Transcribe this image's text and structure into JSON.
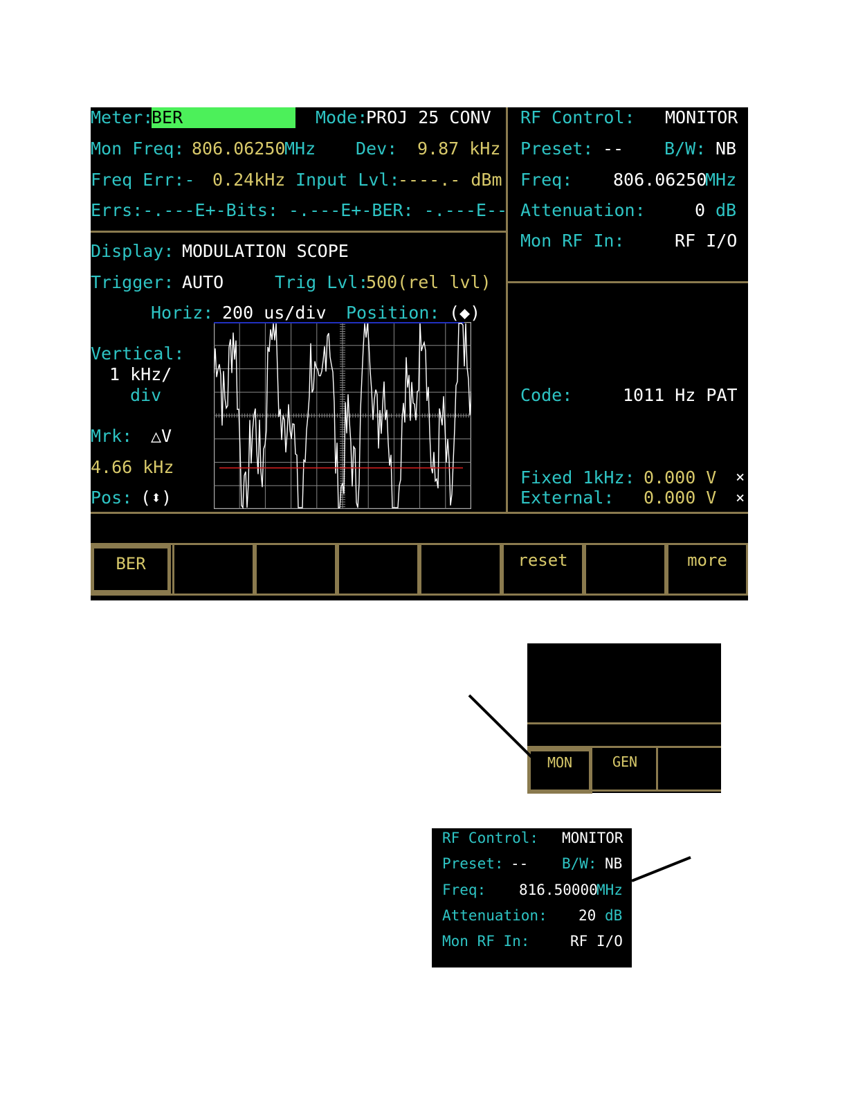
{
  "main": {
    "meter_label": "Meter:",
    "meter_value": "BER",
    "mode_label": "Mode:",
    "mode_value": "PROJ 25 CONV",
    "mon_freq_label": "Mon Freq:",
    "mon_freq_value": "806.06250",
    "mon_freq_unit": "MHz",
    "dev_label": "Dev:",
    "dev_value": "9.87 kHz",
    "freq_err_label": "Freq Err:-",
    "freq_err_value": "0.24kHz",
    "input_lvl_label": "Input Lvl:",
    "input_lvl_value": "----.- dBm",
    "errs_line": "Errs:-.---E+-Bits: -.---E+-BER: -.---E--",
    "display_label": "Display:",
    "display_value": "MODULATION SCOPE",
    "trigger_label": "Trigger:",
    "trigger_value": "AUTO",
    "trig_lvl_label": "Trig Lvl:",
    "trig_lvl_value": "500(rel lvl)",
    "horiz_label": "Horiz:",
    "horiz_value": "200 us/div",
    "position_label": "Position:",
    "position_icon": "(◆)",
    "vertical_label": "Vertical:",
    "vertical_value1": "1 kHz/",
    "vertical_value2": "div",
    "mrk_label": "Mrk:",
    "mrk_value": "△V",
    "mrk_reading": "4.66 kHz",
    "pos_label": "Pos:",
    "pos_icon": "(⬍)"
  },
  "rf_panel": {
    "rf_control_label": "RF Control:",
    "rf_control_value": "MONITOR",
    "preset_label": "Preset:",
    "preset_value": "--",
    "bw_label": "B/W:",
    "bw_value": "NB",
    "freq_label": "Freq:",
    "freq_value": "806.06250",
    "freq_unit": "MHz",
    "atten_label": "Attenuation:",
    "atten_value": "0",
    "atten_unit": "dB",
    "mon_rf_label": "Mon RF In:",
    "mon_rf_value": "RF I/O",
    "code_label": "Code:",
    "code_value": "1011 Hz PAT",
    "fixed_label": "Fixed 1kHz:",
    "fixed_value": "0.000 V",
    "external_label": "External:",
    "external_value": "0.000 V",
    "x_mark": "×"
  },
  "softkeys": [
    "BER",
    "",
    "",
    "",
    "",
    "reset",
    "",
    "more"
  ],
  "inset_keys": {
    "mon": "MON",
    "gen": "GEN"
  },
  "inset_rf": {
    "rf_control_label": "RF Control:",
    "rf_control_value": "MONITOR",
    "preset_label": "Preset:",
    "preset_value": "--",
    "bw_label": "B/W:",
    "bw_value": "NB",
    "freq_label": "Freq:",
    "freq_value": "816.50000",
    "freq_unit": "MHz",
    "atten_label": "Attenuation:",
    "atten_value": "20",
    "atten_unit": "dB",
    "mon_rf_label": "Mon RF In:",
    "mon_rf_value": "RF I/O"
  },
  "colors": {
    "label": "#2ec4c4",
    "value_yellow": "#d8c96a",
    "value_white": "#ffffff",
    "meter_highlight": "#4cf05a",
    "divider": "#8a7a4e",
    "trace": "#ffffff",
    "marker_line": "#e02020",
    "top_line": "#2030c0"
  }
}
